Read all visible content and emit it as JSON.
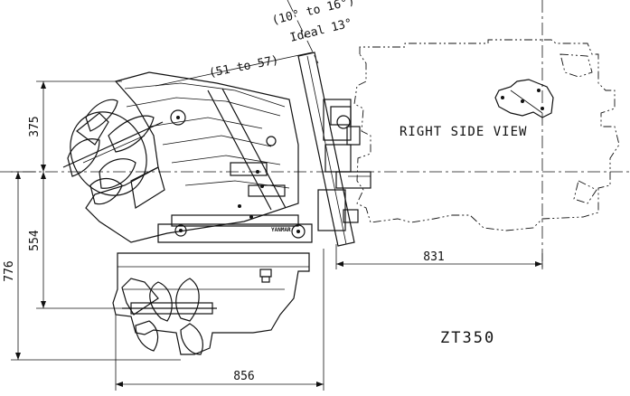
{
  "labels": {
    "angle_range": "(10° to 16°)",
    "angle_ideal": "Ideal 13°",
    "angle_dim": "(51 to 57)",
    "view_label": "RIGHT SIDE VIEW",
    "model": "ZT350",
    "brand": "YANMAR"
  },
  "dimensions": {
    "top_height": "375",
    "mid_height": "554",
    "total_height": "776",
    "engine_length": "831",
    "drive_length": "856"
  }
}
